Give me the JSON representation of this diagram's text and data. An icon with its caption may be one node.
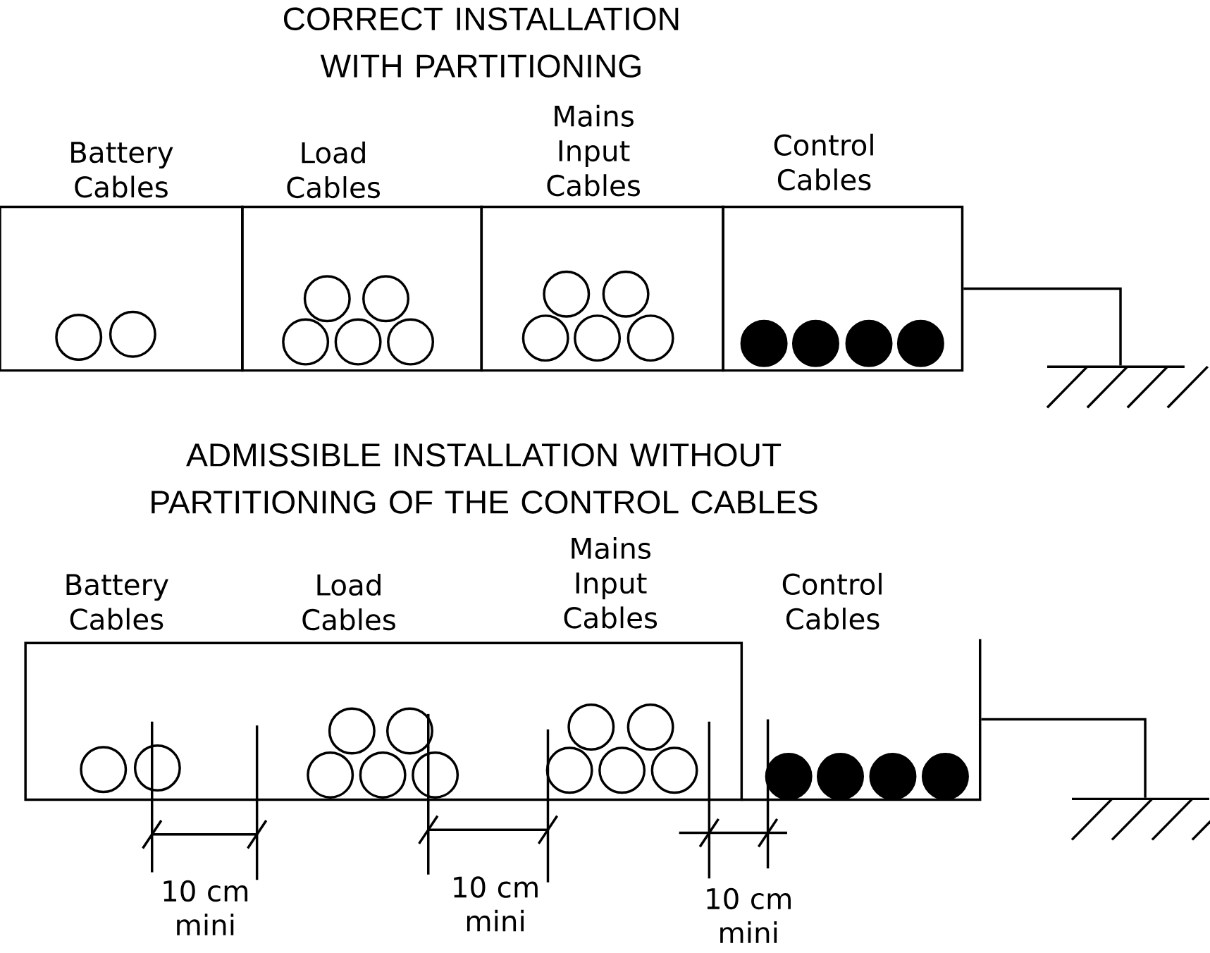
{
  "diagram": {
    "nodes": [
      {
        "text": [
          "Battery Cables"
        ]
      },
      {
        "text": [
          "Load Cables"
        ]
      },
      {
        "text": [
          "Mains Input Cables"
        ]
      },
      {
        "text": [
          "Control Cables"
        ]
      },
      {
        "text": [],
        "shape": "picture"
      },
      {
        "text": [
          "Battery Cables",
          "Load Cables",
          "Mains Input Cables"
        ]
      },
      {
        "text": [
          "Control Cables"
        ]
      },
      {
        "text": [],
        "shape": "picture"
      }
    ],
    "edges": [
      {
        "from": 3,
        "to": 4,
        "arrow": "none"
      },
      {
        "from": 6,
        "to": 7,
        "arrow": "none"
      }
    ],
    "labels": [
      "CORRECT INSTALLATION WITH PARTITIONING",
      "ADMISSIBLE INSTALLATION WITHOUT PARTITIONING OF THE CONTROL CABLES",
      "10 cm mini",
      "10 cm mini",
      "10 cm mini"
    ]
  }
}
